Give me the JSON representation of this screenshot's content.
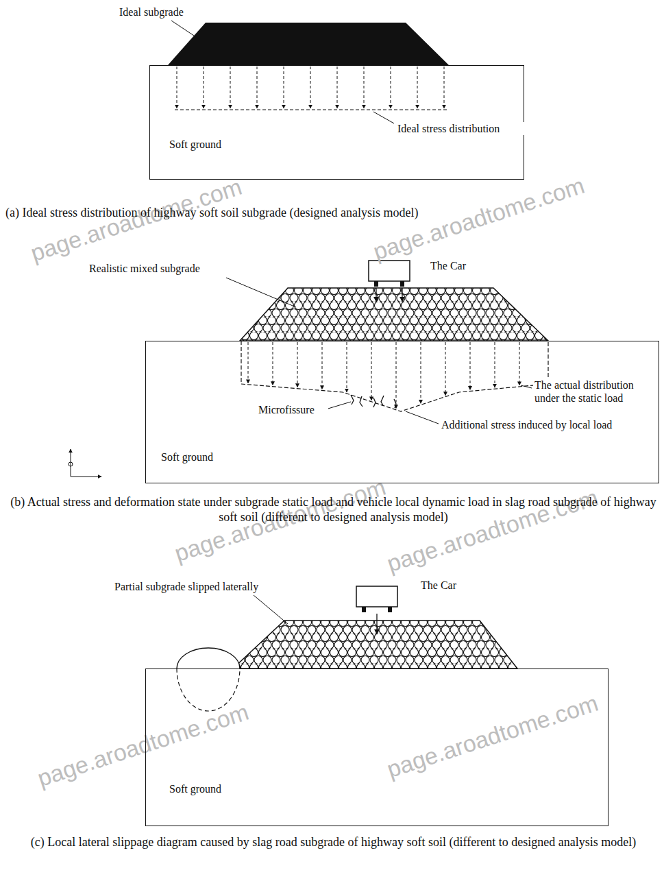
{
  "diagram": {
    "nodes": [
      {
        "text": [
          "Soft ground"
        ]
      },
      {
        "text": [
          "Soft ground"
        ]
      },
      {
        "text": [
          "Soft ground"
        ]
      }
    ],
    "labels": [
      "Ideal subgrade",
      "Ideal stress distribution",
      "(a) Ideal stress distribution of highway soft soil subgrade (designed analysis model)",
      "Realistic mixed subgrade",
      "The Car",
      "The actual distribution under the static load",
      "Microfissure",
      "Additional stress induced by local load",
      "(b) Actual stress and deformation state under subgrade static load and vehicle local dynamic load in slag road subgrade of highway soft soil (different to designed analysis model)",
      "Partial subgrade slipped laterally",
      "The Car",
      "(c) Local lateral slippage diagram caused by slag road subgrade of highway soft soil (different to designed analysis model)",
      "page.aroadtome.com",
      "page.aroadtome.com",
      "page.aroadtome.com",
      "page.aroadtome.com",
      "page.aroadtome.com",
      "page.aroadtome.com"
    ]
  }
}
